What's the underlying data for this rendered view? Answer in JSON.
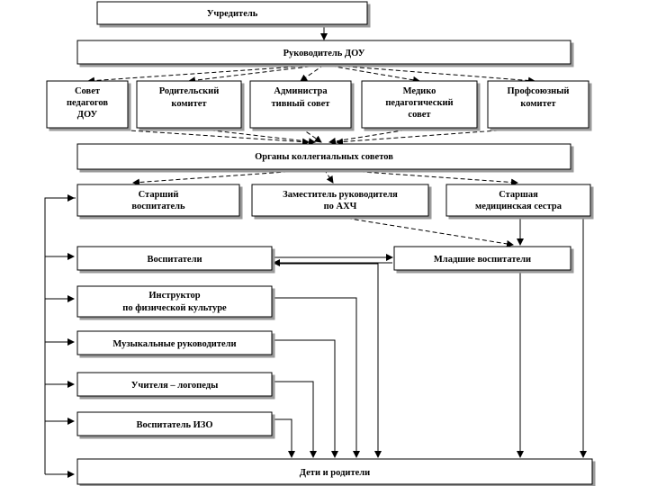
{
  "nodes": {
    "founder": "Учредитель",
    "head": "Руководитель ДОУ",
    "teachers_council": [
      "Совет",
      "педагогов",
      "ДОУ"
    ],
    "parents_committee": [
      "Родительский",
      "комитет"
    ],
    "admin_council": [
      "Администра",
      "тивный совет"
    ],
    "medical_council": [
      "Медико",
      "педагогический",
      "совет"
    ],
    "trade_union": [
      "Профсоюзный",
      "комитет"
    ],
    "collegial_bodies": "Органы коллегиальных советов",
    "senior_educator": [
      "Старший",
      "воспитатель"
    ],
    "deputy_ahch": [
      "Заместитель руководителя",
      "по АХЧ"
    ],
    "senior_nurse": [
      "Старшая",
      "медицинская сестра"
    ],
    "educators": "Воспитатели",
    "junior_educators": "Младшие воспитатели",
    "pe_instructor": [
      "Инструктор",
      "по физической культуре"
    ],
    "music_directors": "Музыкальные руководители",
    "speech_therapists": "Учителя – логопеды",
    "art_educator": "Воспитатель ИЗО",
    "children_parents": "Дети и родители"
  }
}
